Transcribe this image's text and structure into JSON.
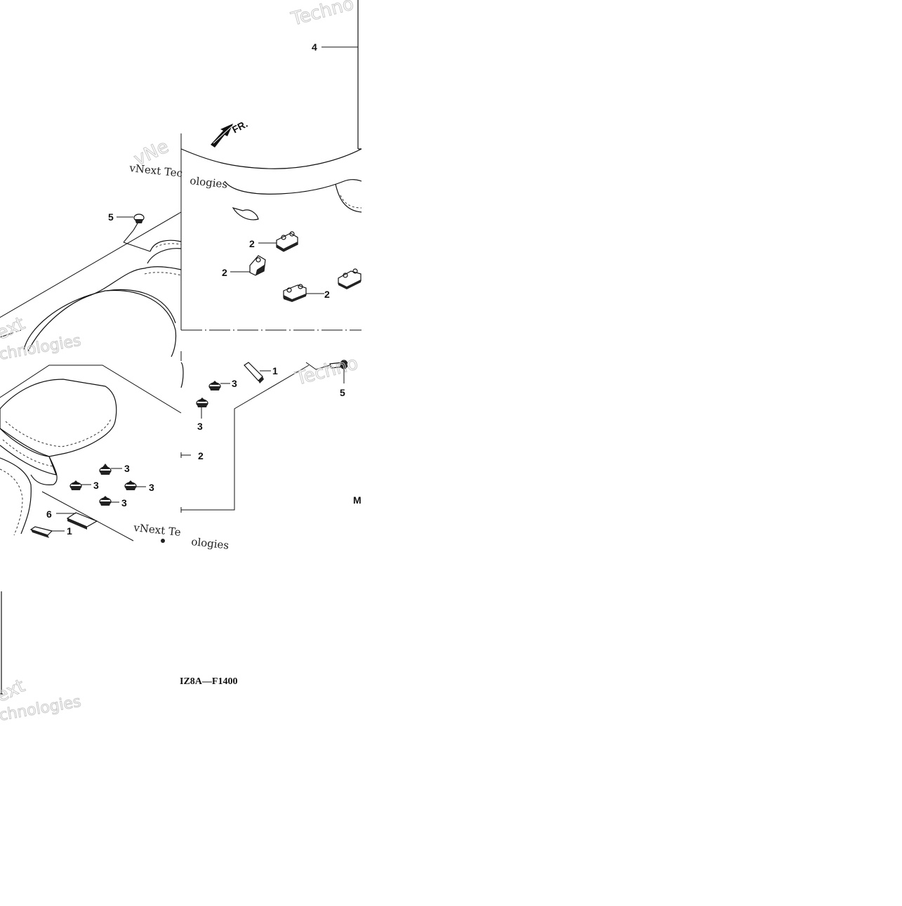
{
  "diagram": {
    "code": "IZ8A—F1400",
    "direction_label": "FR.",
    "partial_label": "M",
    "callouts": [
      {
        "id": "c1a",
        "label": "1"
      },
      {
        "id": "c1b",
        "label": "1"
      },
      {
        "id": "c2a",
        "label": "2"
      },
      {
        "id": "c2b",
        "label": "2"
      },
      {
        "id": "c2c",
        "label": "2"
      },
      {
        "id": "c2d",
        "label": "2"
      },
      {
        "id": "c3a",
        "label": "3"
      },
      {
        "id": "c3b",
        "label": "3"
      },
      {
        "id": "c3c",
        "label": "3"
      },
      {
        "id": "c3d",
        "label": "3"
      },
      {
        "id": "c3e",
        "label": "3"
      },
      {
        "id": "c3f",
        "label": "3"
      },
      {
        "id": "c4",
        "label": "4"
      },
      {
        "id": "c5a",
        "label": "5"
      },
      {
        "id": "c5b",
        "label": "5"
      },
      {
        "id": "c6",
        "label": "6"
      }
    ],
    "watermarks": [
      {
        "id": "w1",
        "text": "Techno"
      },
      {
        "id": "w2",
        "text": "vNext Tec"
      },
      {
        "id": "w3",
        "text": "ologies"
      },
      {
        "id": "w4",
        "text": "vNe"
      },
      {
        "id": "w5",
        "text": "ext"
      },
      {
        "id": "w6",
        "text": "chnologies"
      },
      {
        "id": "w7",
        "text": "Techno"
      },
      {
        "id": "w8",
        "text": "vNext Te"
      },
      {
        "id": "w9",
        "text": "ologies"
      },
      {
        "id": "w10",
        "text": "ext"
      },
      {
        "id": "w11",
        "text": "chnologies"
      }
    ]
  }
}
